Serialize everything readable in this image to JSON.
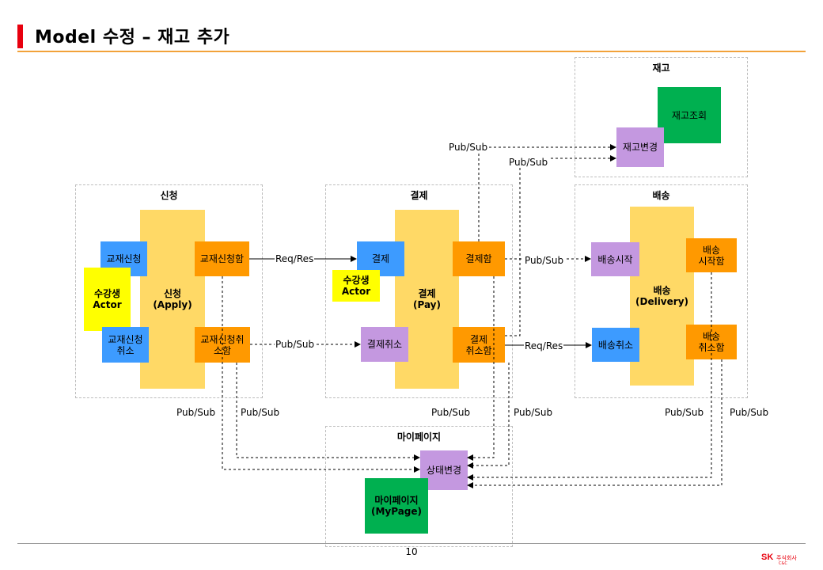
{
  "header": {
    "title": "Model 수정 – 재고 추가"
  },
  "footer": {
    "page_number": "10",
    "logo_text": "SK",
    "logo_sub": "주식회사",
    "logo_sub2": "C&C"
  },
  "contexts": {
    "inventory": {
      "title": "재고"
    },
    "apply": {
      "title": "신청"
    },
    "payment": {
      "title": "결제"
    },
    "delivery": {
      "title": "배송"
    },
    "mypage": {
      "title": "마이페이지"
    }
  },
  "inventory": {
    "view": "재고조회",
    "policy": "재고변경"
  },
  "apply": {
    "aggregate": "신청\n(Apply)",
    "cmd_apply": "교재신청",
    "cmd_cancel": "교재신청\n취소",
    "actor": "수강생\nActor",
    "evt_applied": "교재신청함",
    "evt_cancelled": "교재신청취\n소함"
  },
  "payment": {
    "aggregate": "결제\n(Pay)",
    "cmd_pay": "결제",
    "actor": "수강생\nActor",
    "policy_cancel": "결제취소",
    "evt_paid": "결제함",
    "evt_cancelled": "결제\n취소함"
  },
  "delivery": {
    "aggregate": "배송\n(Delivery)",
    "policy_start": "배송시작",
    "cmd_cancel": "배송취소",
    "evt_started": "배송\n시작함",
    "evt_cancelled": "배송\n취소함"
  },
  "mypage": {
    "policy": "상태변경",
    "view": "마이페이지\n(MyPage)"
  },
  "labels": {
    "req_res_1": "Req/Res",
    "pub_sub_1": "Pub/Sub",
    "pub_sub_inv1": "Pub/Sub",
    "pub_sub_inv2": "Pub/Sub",
    "pub_sub_delivery": "Pub/Sub",
    "req_res_2": "Req/Res",
    "ps_a1": "Pub/Sub",
    "ps_a2": "Pub/Sub",
    "ps_p1": "Pub/Sub",
    "ps_p2": "Pub/Sub",
    "ps_d1": "Pub/Sub",
    "ps_d2": "Pub/Sub"
  },
  "colors": {
    "aggregate": "#ffd966",
    "command": "#3d9bff",
    "event": "#ff9900",
    "policy": "#c498e0",
    "readmodel": "#00b050",
    "actor": "#ffff00",
    "title_accent": "#e8000e"
  }
}
